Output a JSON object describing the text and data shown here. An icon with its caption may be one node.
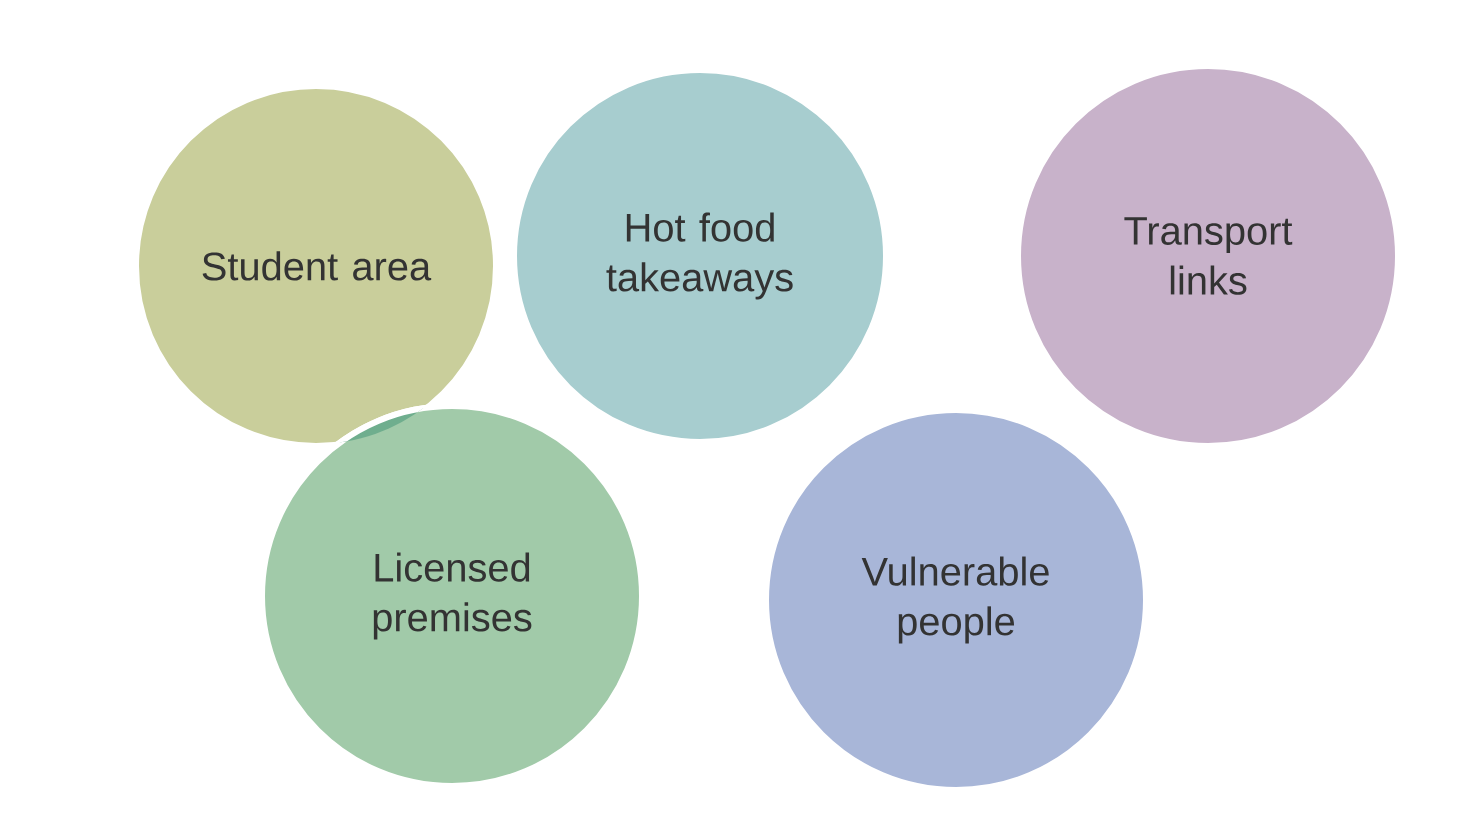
{
  "diagram": {
    "nodes": [
      {
        "text": [
          "Student area"
        ]
      },
      {
        "text": [
          "Hot food takeaways"
        ]
      },
      {
        "text": [
          "Transport links"
        ]
      },
      {
        "text": [
          "Licensed premises"
        ]
      },
      {
        "text": [
          "Vulnerable people"
        ]
      }
    ]
  }
}
